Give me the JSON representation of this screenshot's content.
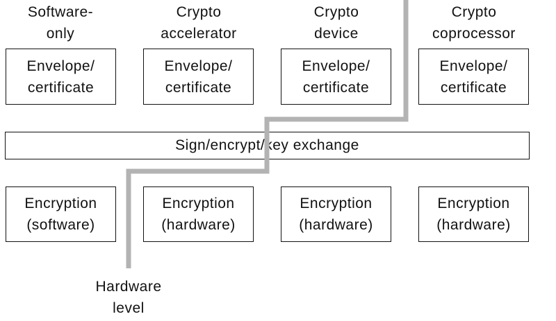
{
  "columns": [
    {
      "label_line1": "Software-",
      "label_line2": "only",
      "top_box_line1": "Envelope/",
      "top_box_line2": "certificate",
      "bottom_box_line1": "Encryption",
      "bottom_box_line2": "(software)"
    },
    {
      "label_line1": "Crypto",
      "label_line2": "accelerator",
      "top_box_line1": "Envelope/",
      "top_box_line2": "certificate",
      "bottom_box_line1": "Encryption",
      "bottom_box_line2": "(hardware)"
    },
    {
      "label_line1": "Crypto",
      "label_line2": "device",
      "top_box_line1": "Envelope/",
      "top_box_line2": "certificate",
      "bottom_box_line1": "Encryption",
      "bottom_box_line2": "(hardware)"
    },
    {
      "label_line1": "Crypto",
      "label_line2": "coprocessor",
      "top_box_line1": "Envelope/",
      "top_box_line2": "certificate",
      "bottom_box_line1": "Encryption",
      "bottom_box_line2": "(hardware)"
    }
  ],
  "middle_bar": {
    "label": "Sign/encrypt/key exchange"
  },
  "hardware_level": {
    "line1": "Hardware",
    "line2": "level",
    "line_color": "#b3b3b3"
  }
}
